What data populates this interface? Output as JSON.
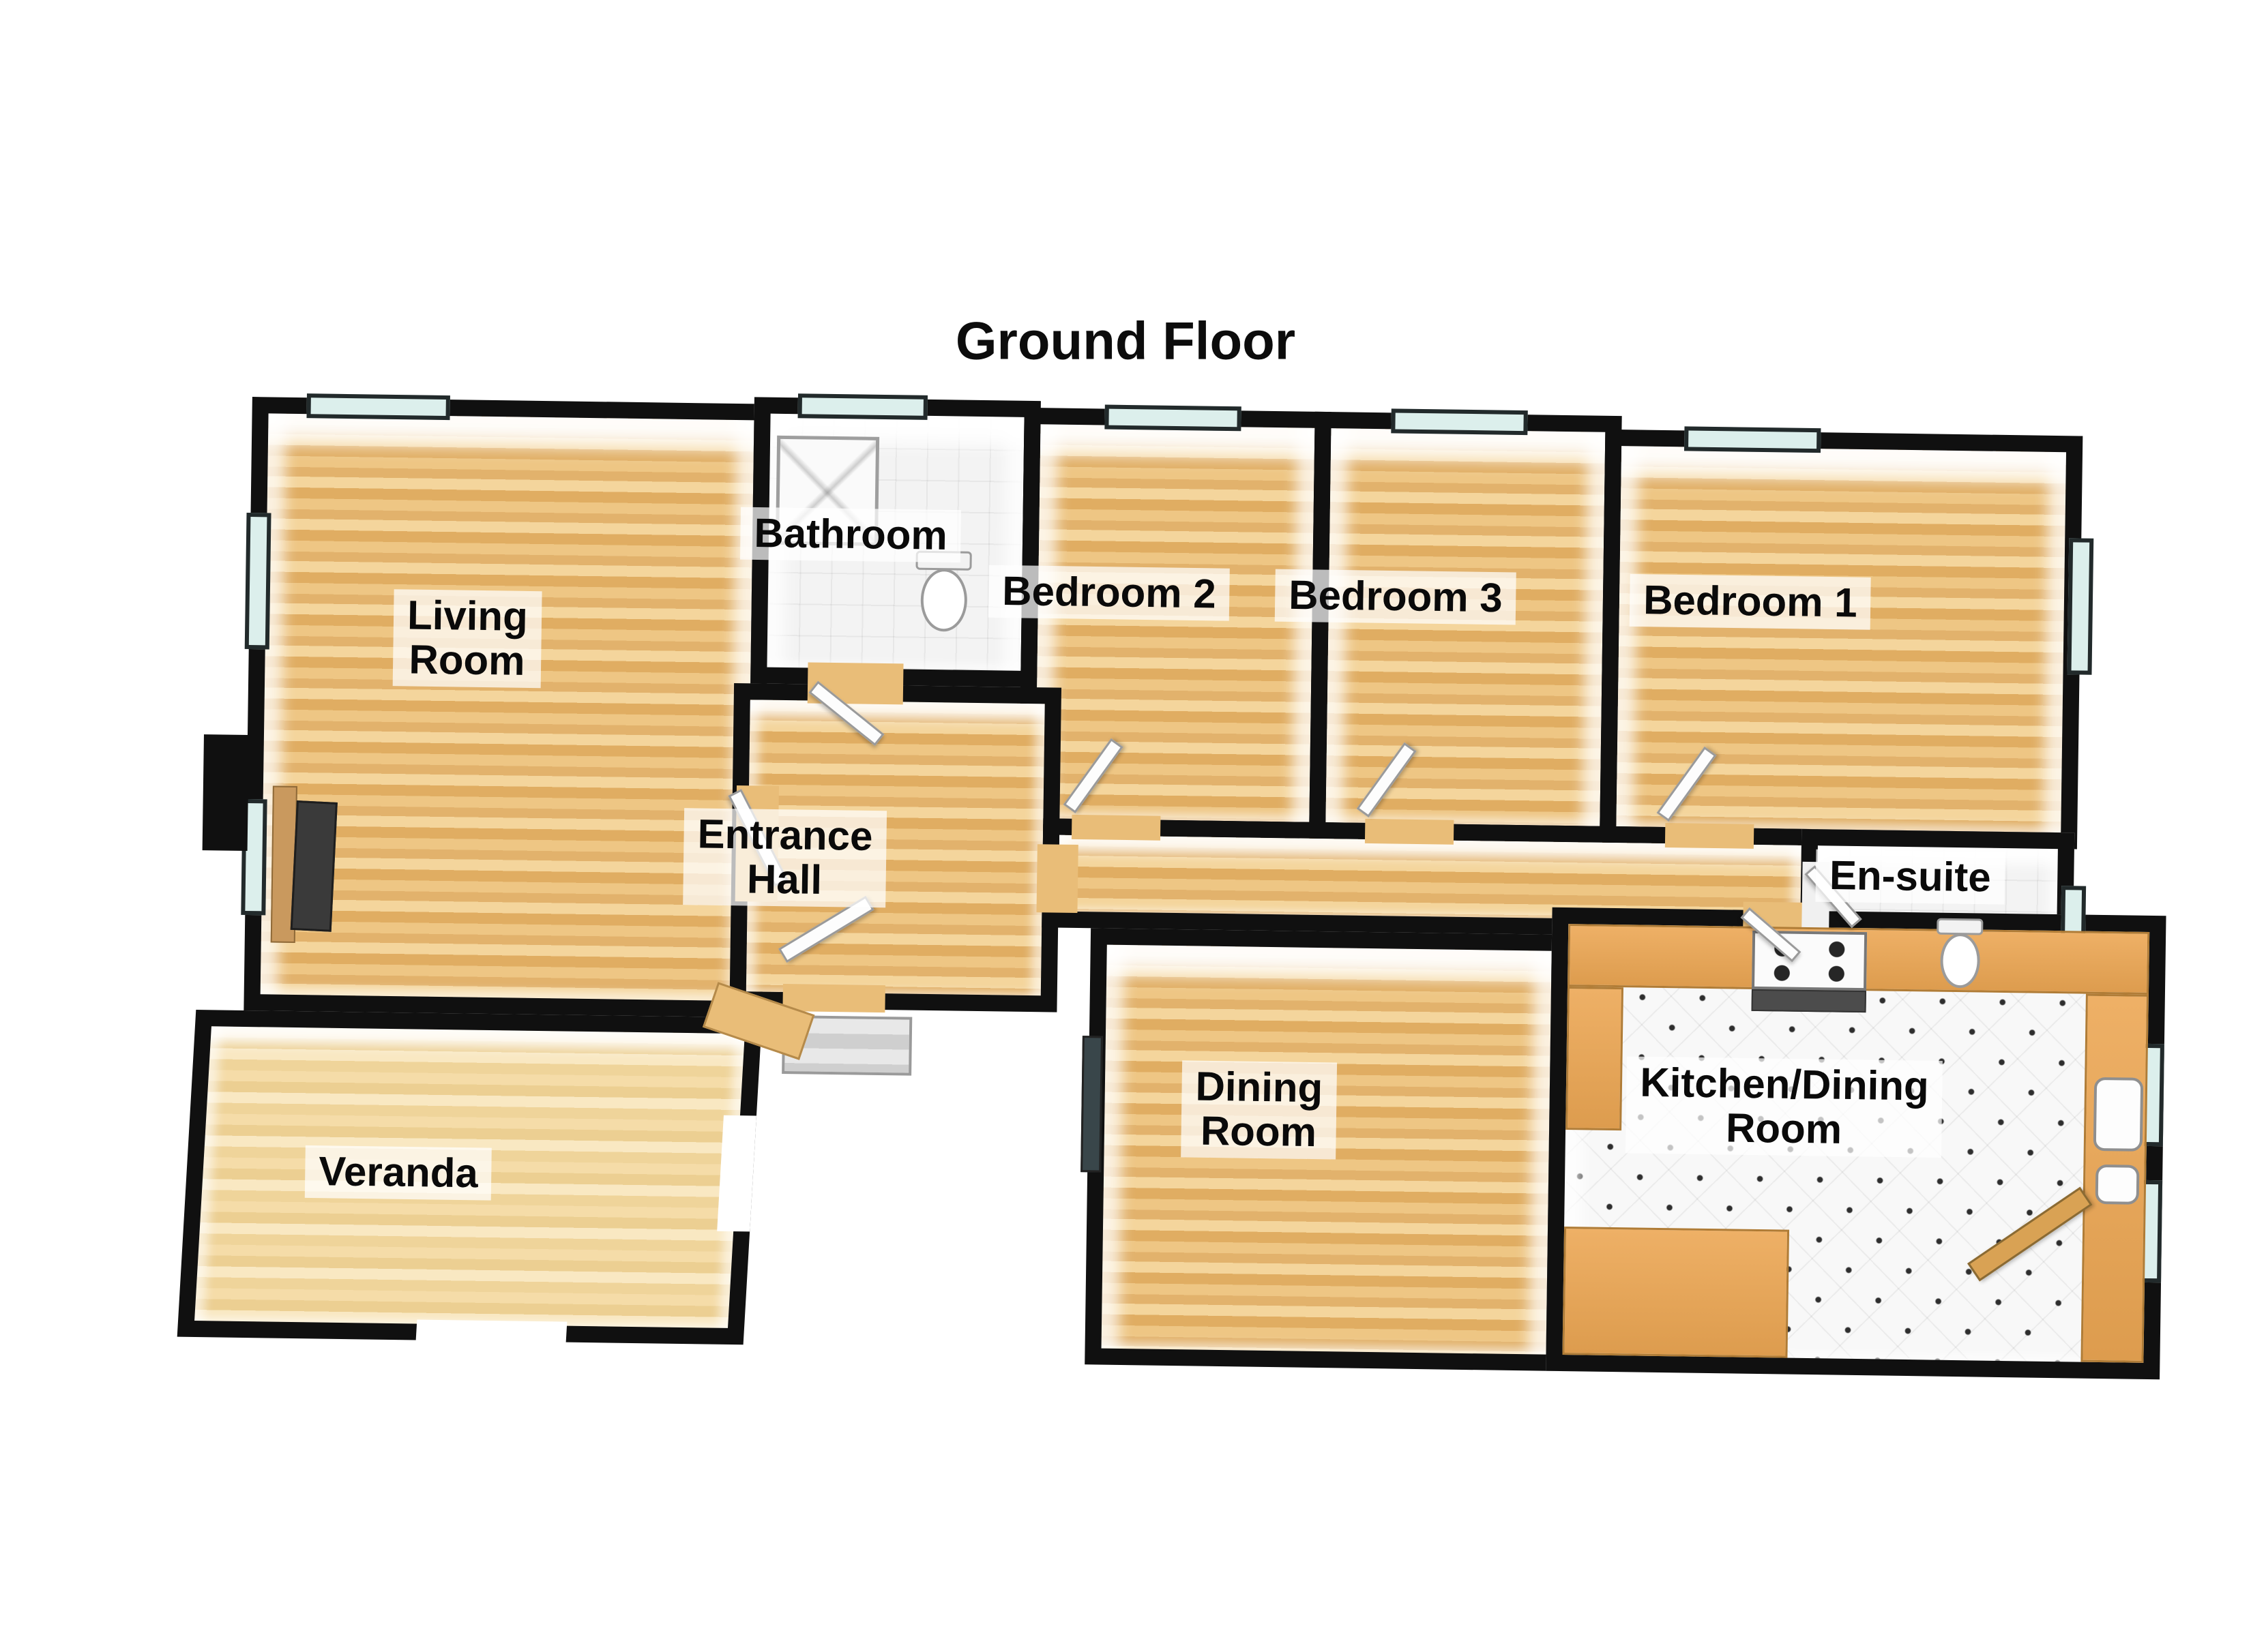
{
  "title": "Ground Floor",
  "rooms": {
    "living_room": {
      "label": "Living\nRoom"
    },
    "bathroom": {
      "label": "Bathroom"
    },
    "bedroom_2": {
      "label": "Bedroom 2"
    },
    "bedroom_3": {
      "label": "Bedroom 3"
    },
    "bedroom_1": {
      "label": "Bedroom 1"
    },
    "entrance_hall": {
      "label": "Entrance\nHall"
    },
    "en_suite": {
      "label": "En-suite"
    },
    "dining_room": {
      "label": "Dining\nRoom"
    },
    "kitchen_dining": {
      "label": "Kitchen/Dining\nRoom"
    },
    "veranda": {
      "label": "Veranda"
    }
  },
  "colors": {
    "wall": "#101010",
    "wood_floor": "#e7ba74",
    "veranda_floor": "#f2d8a2",
    "tile_floor": "#f3f3f3",
    "kitchen_tile": "#f8f8f8",
    "counter_wood": "#e2a55e",
    "window_glass": "#dcefec",
    "window_frame": "#222a2b",
    "door_leaf": "#fdfdfd",
    "exterior_door_wood": "#d9a254",
    "label_background": "rgba(255,255,255,0.72)",
    "label_text": "#0a0a0a",
    "page_background": "#ffffff"
  }
}
